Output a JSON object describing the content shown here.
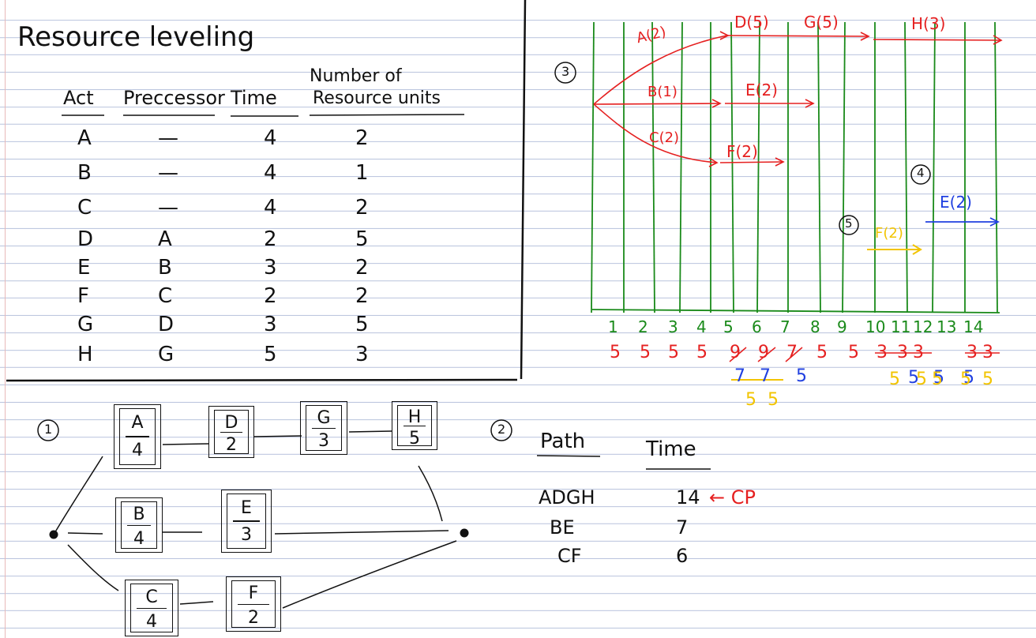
{
  "title": "Resource leveling",
  "table": {
    "headers": {
      "act": "Act",
      "pred": "Preccessor",
      "time": "Time",
      "units_line1": "Number of",
      "units_line2": "Resource units"
    },
    "rows": [
      {
        "act": "A",
        "pred": "—",
        "time": "4",
        "units": "2"
      },
      {
        "act": "B",
        "pred": "—",
        "time": "4",
        "units": "1"
      },
      {
        "act": "C",
        "pred": "—",
        "time": "4",
        "units": "2"
      },
      {
        "act": "D",
        "pred": "A",
        "time": "2",
        "units": "5"
      },
      {
        "act": "E",
        "pred": "B",
        "time": "3",
        "units": "2"
      },
      {
        "act": "F",
        "pred": "C",
        "time": "2",
        "units": "2"
      },
      {
        "act": "G",
        "pred": "D",
        "time": "3",
        "units": "5"
      },
      {
        "act": "H",
        "pred": "G",
        "time": "5",
        "units": "3"
      }
    ]
  },
  "markers": {
    "one": "1",
    "two": "2",
    "three": "3",
    "four": "4",
    "five": "5"
  },
  "network": {
    "nodes": [
      {
        "letter": "A",
        "num": "4"
      },
      {
        "letter": "D",
        "num": "2"
      },
      {
        "letter": "G",
        "num": "3"
      },
      {
        "letter": "H",
        "num": "5"
      },
      {
        "letter": "B",
        "num": "4"
      },
      {
        "letter": "E",
        "num": "3"
      },
      {
        "letter": "C",
        "num": "4"
      },
      {
        "letter": "F",
        "num": "2"
      }
    ]
  },
  "paths": {
    "header_path": "Path",
    "header_time": "Time",
    "rows": [
      {
        "path": "ADGH",
        "time": "14",
        "note": "← CP"
      },
      {
        "path": "BE",
        "time": "7",
        "note": ""
      },
      {
        "path": "CF",
        "time": "6",
        "note": ""
      }
    ]
  },
  "schedule": {
    "bars": {
      "A": "A(2)",
      "D": "D(5)",
      "G": "G(5)",
      "H": "H(3)",
      "B": "B(1)",
      "E": "E(2)",
      "C": "C(2)",
      "F": "F(2)",
      "F_moved": "F(2)",
      "E_moved": "E(2)"
    },
    "days": [
      "1",
      "2",
      "3",
      "4",
      "5",
      "6",
      "7",
      "8",
      "9",
      "10",
      "11",
      "12",
      "13",
      "14"
    ],
    "loads_initial": [
      "5",
      "5",
      "5",
      "5",
      "9",
      "9",
      "7",
      "5",
      "5",
      "3",
      "3",
      "3",
      "3",
      "3"
    ],
    "loads_after_E": [
      "7",
      "7",
      "5"
    ],
    "loads_after_E_moved": [
      "5",
      "5",
      "5"
    ],
    "loads_yellow_late": [
      "5",
      "5",
      "5",
      "5",
      "5"
    ],
    "loads_after_F": [
      "5",
      "5"
    ],
    "colors": {
      "grid": "#1a8a1a",
      "initial": "#e52020",
      "step4": "#2040e0",
      "step5": "#f2c400"
    }
  }
}
